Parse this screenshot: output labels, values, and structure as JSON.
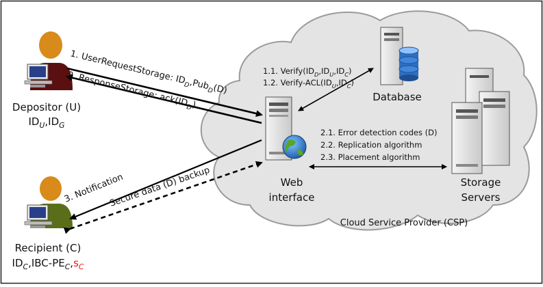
{
  "actors": {
    "depositor": {
      "name": "Depositor (U)",
      "ids": [
        {
          "base": "ID",
          "sub": "U"
        },
        {
          "sep": ","
        },
        {
          "base": "ID",
          "sub": "G"
        }
      ]
    },
    "recipient": {
      "name": "Recipient (C)",
      "ids": [
        {
          "base": "ID",
          "sub": "C"
        },
        {
          "sep": ","
        },
        {
          "base": "IBC-PE",
          "sub": "C"
        },
        {
          "sep": ","
        },
        {
          "base": "s",
          "sub": "C",
          "color": "#e0201b"
        }
      ]
    }
  },
  "messages": {
    "m1": [
      {
        "t": "1. UserRequestStorage: ID"
      },
      {
        "s": "D"
      },
      {
        "t": ",Pub"
      },
      {
        "s": "D"
      },
      {
        "t": "(D)"
      }
    ],
    "m2": [
      {
        "t": "2. ResponseStorage: ack(ID"
      },
      {
        "s": "D"
      },
      {
        "t": ")"
      }
    ],
    "m3": [
      {
        "t": "3. Notification"
      }
    ],
    "backup": [
      {
        "t": "Secure data (D) backup"
      }
    ],
    "verify1": [
      {
        "t": "1.1. Verify(ID"
      },
      {
        "s": "D"
      },
      {
        "t": ",ID"
      },
      {
        "s": "U"
      },
      {
        "t": ",ID"
      },
      {
        "s": "C"
      },
      {
        "t": ")"
      }
    ],
    "verify2": [
      {
        "t": "1.2. Verify-ACL(ID"
      },
      {
        "s": "U"
      },
      {
        "t": ",ID"
      },
      {
        "s": "C"
      },
      {
        "t": ")"
      }
    ],
    "step21": [
      {
        "t": "2.1. Error detection codes (D)"
      }
    ],
    "step22": [
      {
        "t": "2.2. Replication algorithm"
      }
    ],
    "step23": [
      {
        "t": "2.3. Placement algorithm"
      }
    ]
  },
  "nodes": {
    "database": "Database",
    "web_line1": "Web",
    "web_line2": "interface",
    "storage_line1": "Storage",
    "storage_line2": "Servers"
  },
  "cloud_label": "Cloud Service Provider (CSP)",
  "colors": {
    "cloud_fill": "#e4e4e4",
    "cloud_stroke": "#9a9a9a",
    "depositor_shirt": "#5a1010",
    "recipient_shirt": "#5a6e1a",
    "person_head": "#d88a1a",
    "secret_red": "#e0201b",
    "db_blue": "#2f6fc0"
  },
  "icons": [
    "person-icon",
    "computer-icon",
    "server-icon",
    "database-icon",
    "globe-icon",
    "cloud-shape"
  ]
}
